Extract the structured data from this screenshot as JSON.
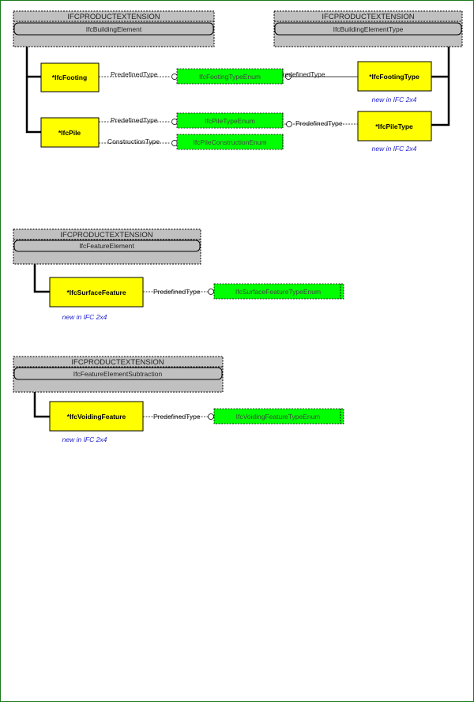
{
  "schemas": [
    {
      "header": "IFCPRODUCTEXTENSION",
      "name": "IfcBuildingElement"
    },
    {
      "header": "IFCPRODUCTEXTENSION",
      "name": "IfcBuildingElementType"
    },
    {
      "header": "IFCPRODUCTEXTENSION",
      "name": "IfcFeatureElement"
    },
    {
      "header": "IFCPRODUCTEXTENSION",
      "name": "IfcFeatureElementSubtraction"
    }
  ],
  "entities": {
    "footing": "*IfcFooting",
    "pile": "*IfcPile",
    "footing_type": "*IfcFootingType",
    "pile_type": "*IfcPileType",
    "surface_feature": "*IfcSurfaceFeature",
    "voiding_feature": "*IfcVoidingFeature"
  },
  "enums": {
    "footing_type_enum": "IfcFootingTypeEnum",
    "pile_type_enum": "IfcPileTypeEnum",
    "pile_construction_enum": "IfcPileConstructionEnum",
    "surface_feature_type_enum": "IfcSurfaceFeatureTypeEnum",
    "voiding_feature_type_enum": "IfcVoidingFeatureTypeEnum"
  },
  "relations": {
    "footing_predefined": "PredefinedType",
    "footing_type_predefined": "PredefinedType",
    "pile_predefined": "PredefinedType",
    "pile_type_predefined": "PredefinedType",
    "pile_construction": "ConstructionType",
    "surface_predefined": "PredefinedType",
    "voiding_predefined": "PredefinedType"
  },
  "notes": {
    "footing_type": "new in IFC 2x4",
    "pile_type": "new in IFC 2x4",
    "surface_feature": "new in IFC 2x4",
    "voiding_feature": "new in IFC 2x4"
  },
  "colors": {
    "entity_fill": "#ffff00",
    "enum_fill": "#00ff00",
    "schema_fill": "#c0c0c0",
    "note_text": "#1a1acc",
    "frame": "#1a7a1a"
  }
}
